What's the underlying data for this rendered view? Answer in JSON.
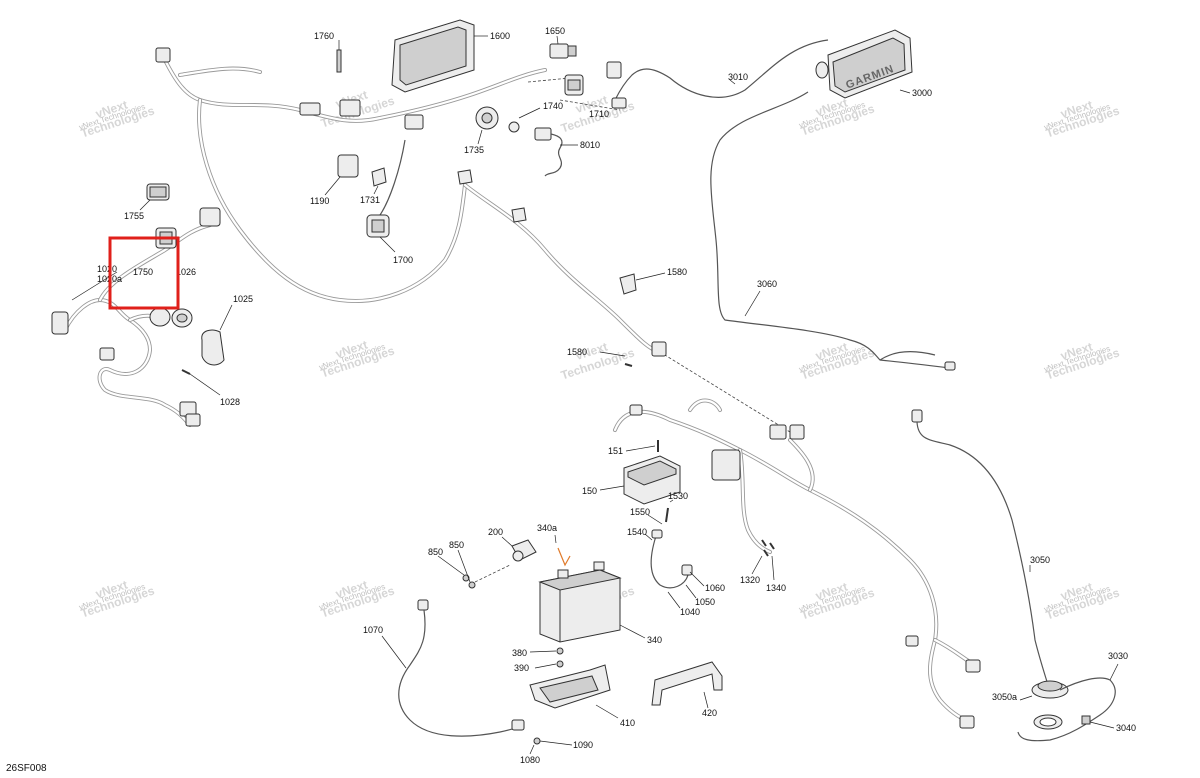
{
  "diagram_code": "26SF008",
  "watermark": {
    "line1": "vNext",
    "line2": "Technologies",
    "full": "vNext Technologies"
  },
  "callouts": {
    "c1760": "1760",
    "c1600": "1600",
    "c1650": "1650",
    "c3010": "3010",
    "c3000": "3000",
    "c1740": "1740",
    "c1710": "1710",
    "c8010": "8010",
    "c1735": "1735",
    "c1190": "1190",
    "c1731": "1731",
    "c1700": "1700",
    "c1755": "1755",
    "c1020": "1020",
    "c1020a": "1020a",
    "c1750": "1750",
    "c1026": "1026",
    "c1025": "1025",
    "c1028": "1028",
    "c1580": "1580",
    "c3060": "3060",
    "c1580b": "1580",
    "c151": "151",
    "c150": "150",
    "c1530": "1530",
    "c1550": "1550",
    "c1540": "1540",
    "c1060": "1060",
    "c1050": "1050",
    "c1040": "1040",
    "c1320": "1320",
    "c1340": "1340",
    "c3050": "3050",
    "c200": "200",
    "c340a": "340a",
    "c850a": "850",
    "c850b": "850",
    "c340": "340",
    "c1070": "1070",
    "c380": "380",
    "c390": "390",
    "c410": "410",
    "c420": "420",
    "c1090": "1090",
    "c1080": "1080",
    "c3030": "3030",
    "c3050a": "3050a",
    "c3040": "3040"
  },
  "garmin_logo": "GARMIN",
  "highlight": {
    "label": "selected-region",
    "color": "#e0201b"
  },
  "colors": {
    "accent_highlight": "#e0201b",
    "callout_orange": "#e07a2a"
  }
}
